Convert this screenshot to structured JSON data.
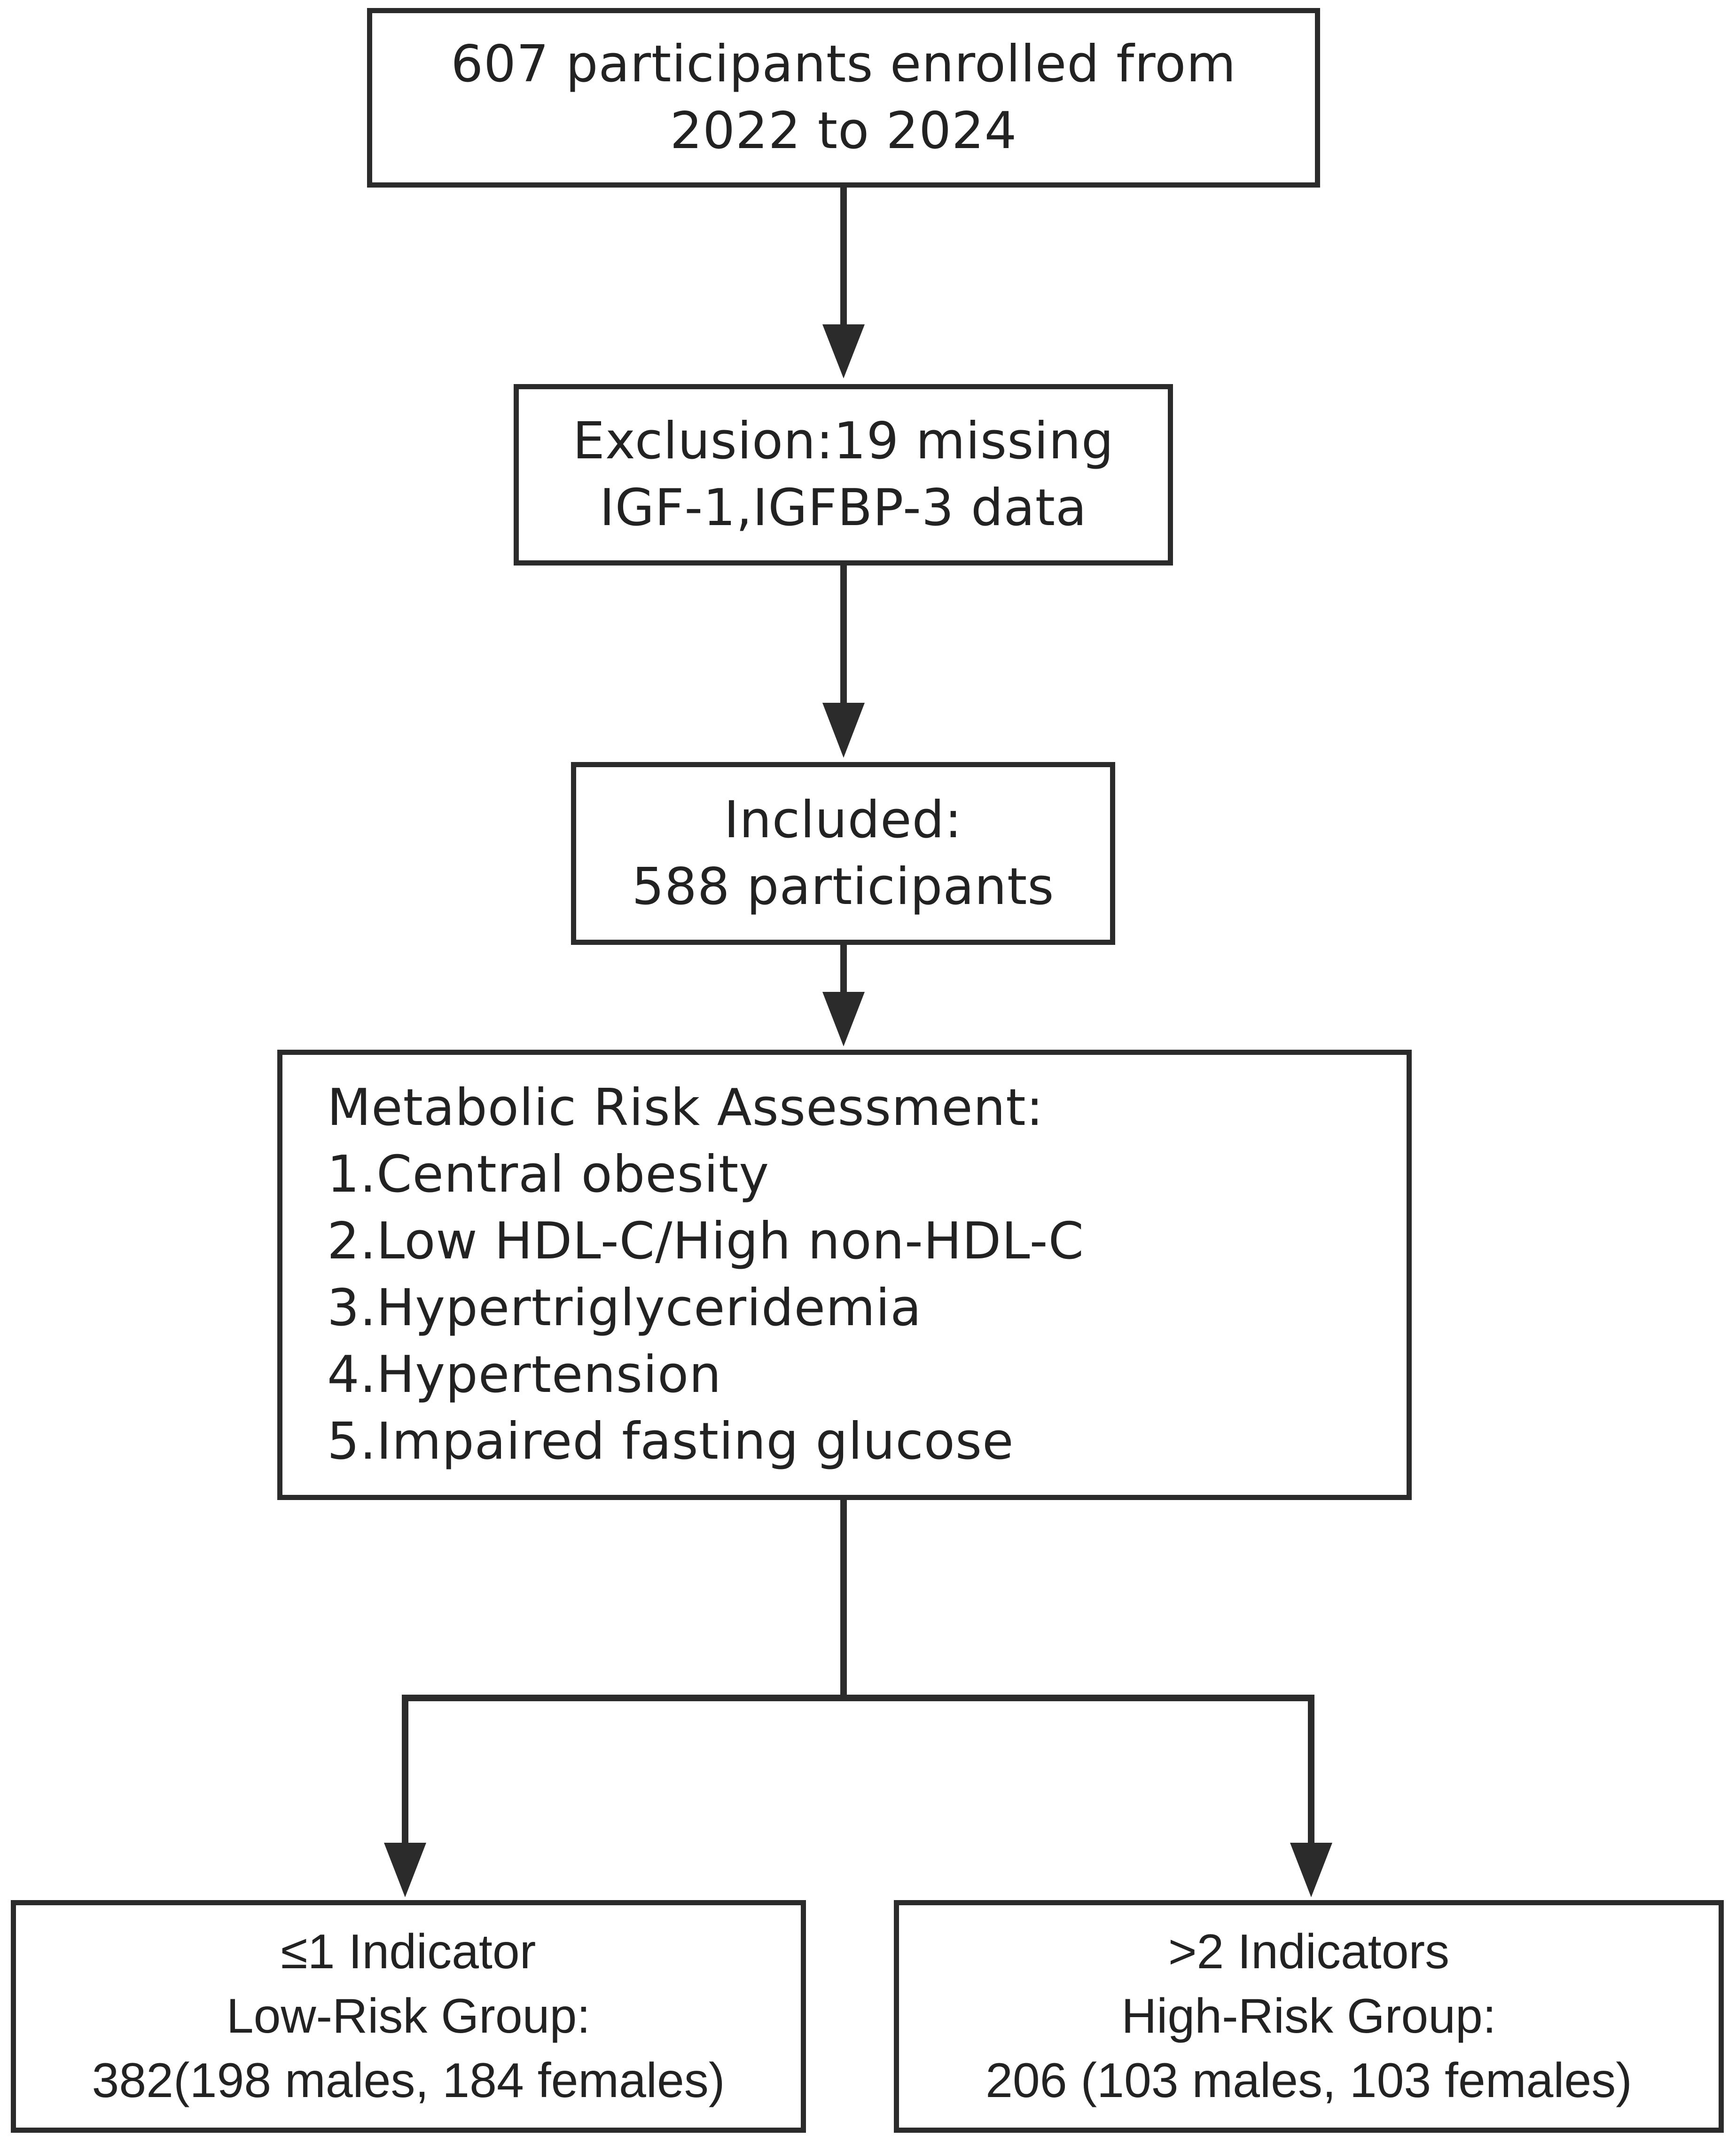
{
  "nodes": {
    "enrolled": {
      "lines": [
        "607 participants enrolled from",
        "2022 to 2024"
      ]
    },
    "exclusion": {
      "lines": [
        "Exclusion:19 missing",
        "IGF-1,IGFBP-3 data"
      ]
    },
    "included": {
      "lines": [
        "Included:",
        "588 participants"
      ]
    },
    "assessment": {
      "title": "Metabolic Risk Assessment:",
      "items": [
        "1.Central obesity",
        "2.Low HDL-C/High non-HDL-C",
        "3.Hypertriglyceridemia",
        "4.Hypertension",
        "5.Impaired fasting glucose"
      ]
    },
    "low_risk": {
      "lines": [
        "≤1 Indicator",
        "Low-Risk Group:",
        "382(198 males, 184 females)"
      ]
    },
    "high_risk": {
      "lines": [
        ">2 Indicators",
        "High-Risk Group:",
        "206 (103 males, 103 females)"
      ]
    }
  },
  "colors": {
    "border": "#2b2b2b",
    "arrow": "#2b2b2b",
    "text": "#222222",
    "background": "#ffffff"
  }
}
